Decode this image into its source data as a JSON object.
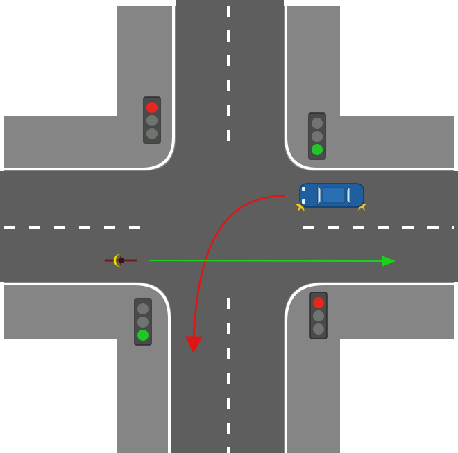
{
  "scene": {
    "type": "intersection-diagram",
    "colors": {
      "background": "#ffffff",
      "sidewalk": "#858585",
      "road": "#5e5e5e",
      "lane_marking": "#ffffff",
      "curb_line": "#ffffff",
      "light_housing": "#4a4a4a",
      "light_off": "#6f746f",
      "light_red": "#e8261d",
      "light_green": "#1fc72b",
      "car_body": "#1f5fa0",
      "car_glass": "#cfe3f2",
      "hazard_flash": "#f6c21c",
      "bicycle": "#6b1c1c",
      "cyclist_helmet": "#f3e500",
      "turn_path": "#e11414",
      "straight_path": "#1ed01e"
    },
    "traffic_lights": [
      {
        "id": "northwest",
        "active": "red"
      },
      {
        "id": "northeast",
        "active": "green"
      },
      {
        "id": "southwest",
        "active": "green"
      },
      {
        "id": "southeast",
        "active": "red"
      }
    ],
    "vehicles": [
      {
        "id": "car",
        "kind": "car",
        "heading": "west",
        "hazard_lights": true,
        "maneuver": "left-turn-southbound"
      },
      {
        "id": "cyclist",
        "kind": "bicycle",
        "heading": "east",
        "maneuver": "straight-eastbound"
      }
    ],
    "paths": [
      {
        "id": "car-path",
        "color_key": "turn_path",
        "shape": "curve"
      },
      {
        "id": "cyclist-path",
        "color_key": "straight_path",
        "shape": "straight"
      }
    ]
  }
}
